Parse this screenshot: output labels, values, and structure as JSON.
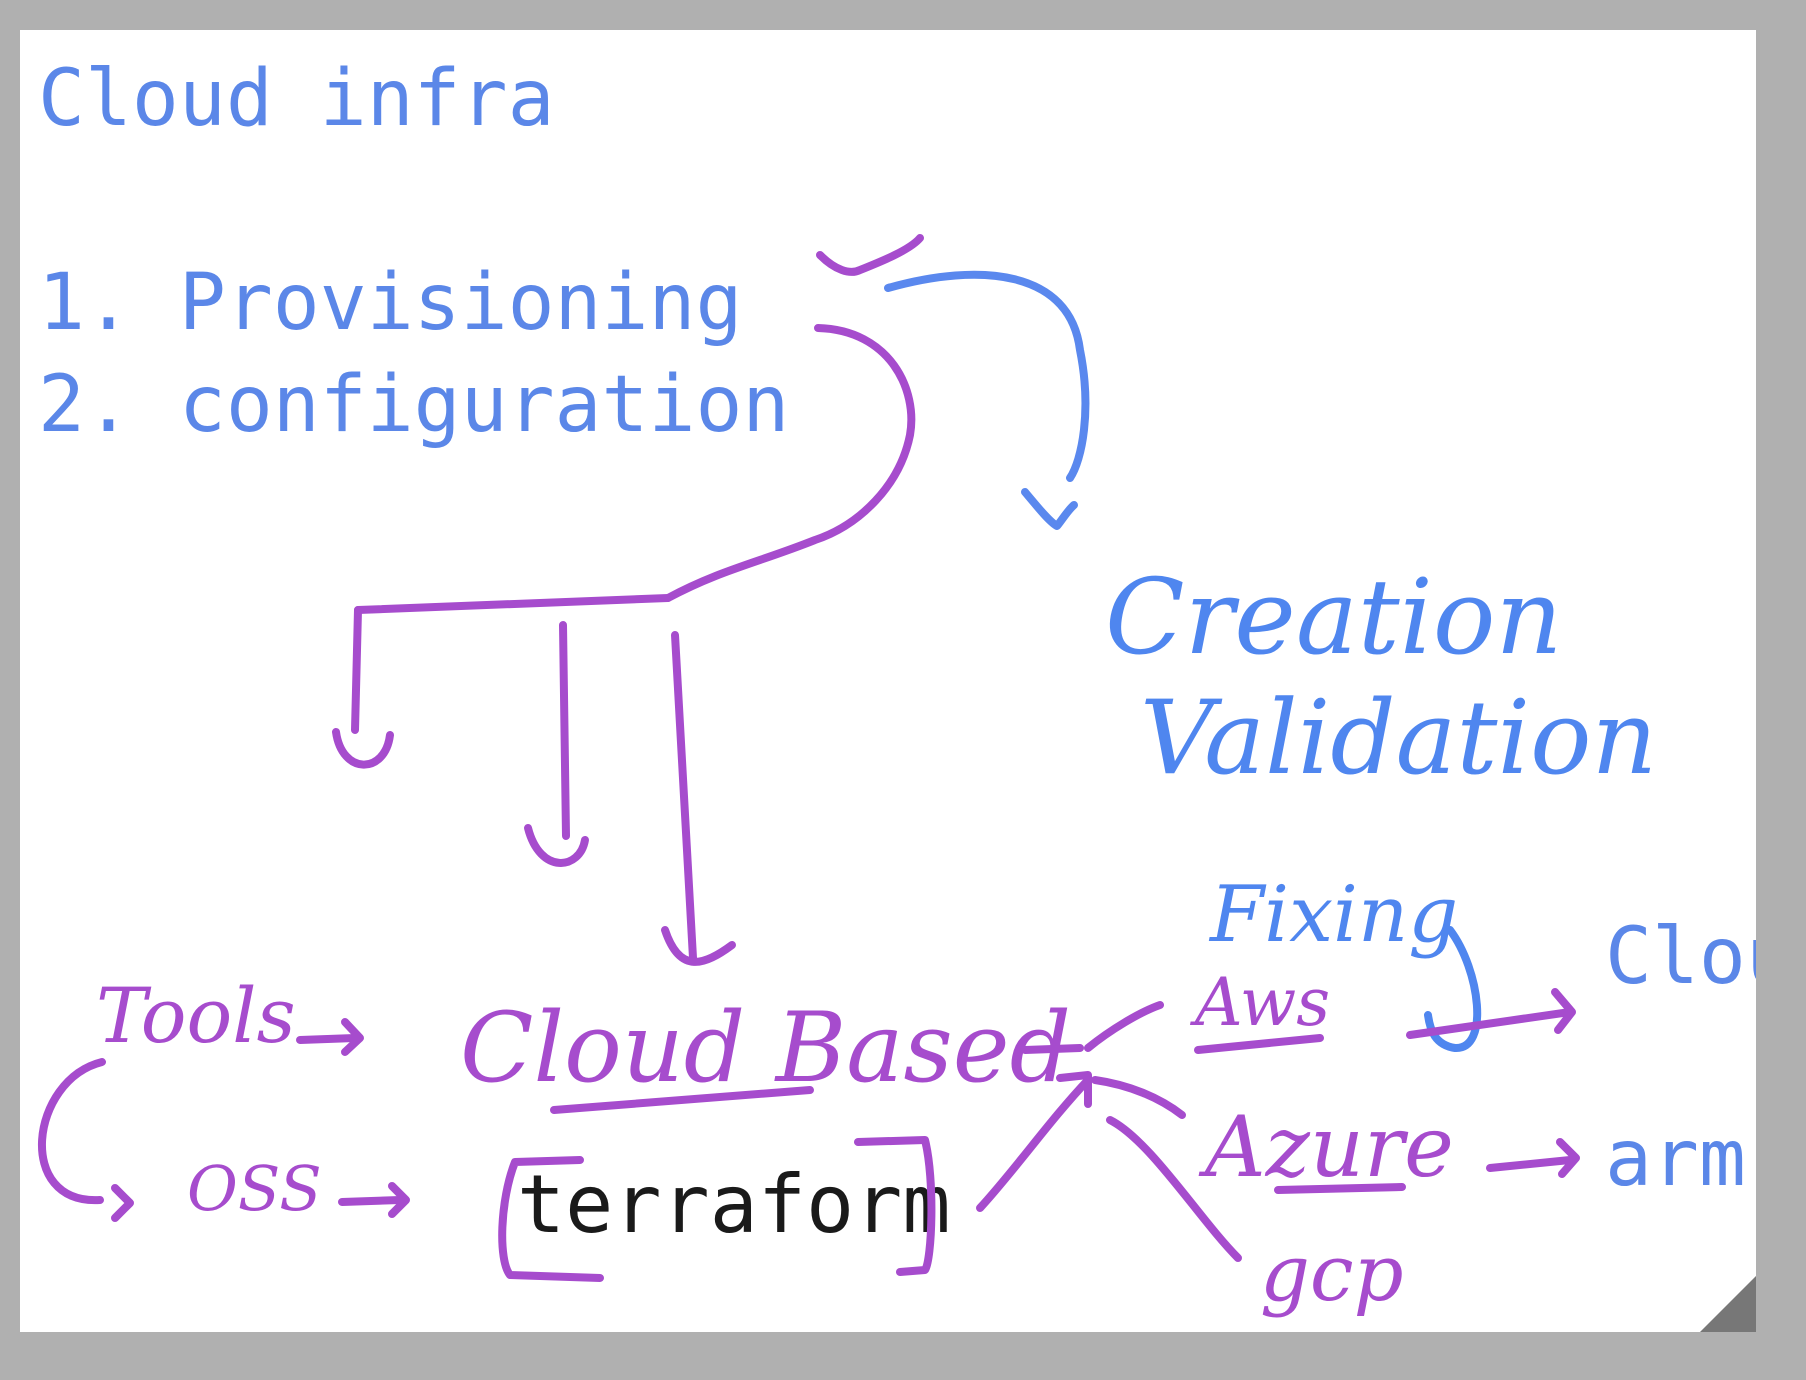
{
  "typed_text": {
    "title": "Cloud infra",
    "item_1": "1. Provisioning",
    "item_2": "2. configuration",
    "cloud_partial": "Clou",
    "arm": "arm",
    "terraform": "terraform"
  },
  "handwritten": {
    "creation": "Creation",
    "validation": "Validation",
    "fixing": "Fixing",
    "tools": "Tools",
    "cloud_based": "Cloud Based",
    "oss": "OSS",
    "aws": "Aws",
    "azure": "Azure",
    "gcp": "gcp"
  },
  "colors": {
    "typed_text": "#5b87e8",
    "terraform_text": "#1a1a1a",
    "purple_ink": "#a64ccd",
    "blue_ink": "#4f86ef",
    "background": "#b0b0b0",
    "note": "#ffffff"
  },
  "icons": {
    "resize_corner": "resize-corner-icon"
  }
}
